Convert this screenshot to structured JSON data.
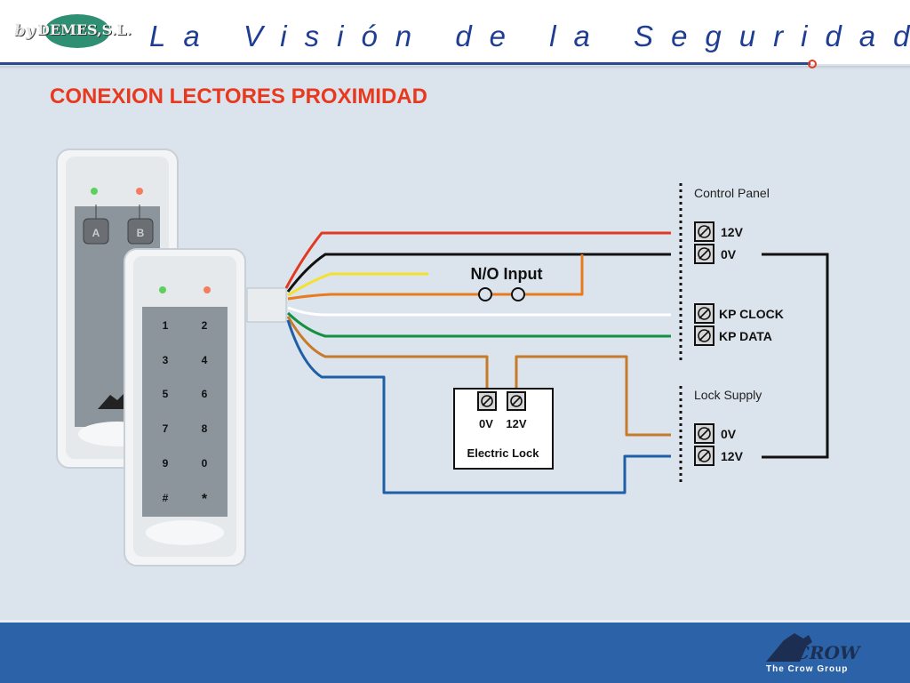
{
  "header": {
    "logo_by": "by",
    "logo_name": "DEMES,S.L.",
    "tagline": "La Visión de la Seguridad"
  },
  "page_title": "CONEXION LECTORES PROXIMIDAD",
  "reader_a": {
    "button_a": "A",
    "button_b": "B"
  },
  "reader_b": {
    "keys": [
      "1",
      "2",
      "3",
      "4",
      "5",
      "6",
      "7",
      "8",
      "9",
      "0",
      "#",
      "*"
    ]
  },
  "no_input": {
    "label": "N/O Input"
  },
  "electric_lock": {
    "terminal_0v": "0V",
    "terminal_12v": "12V",
    "label": "Electric Lock"
  },
  "control_panel": {
    "title": "Control Panel",
    "terminals": [
      "12V",
      "0V",
      "KP CLOCK",
      "KP DATA"
    ]
  },
  "lock_supply": {
    "title": "Lock Supply",
    "terminals": [
      "0V",
      "12V"
    ]
  },
  "wire_colors": {
    "red": "#e03a22",
    "black": "#111111",
    "yellow": "#f3e12c",
    "orange": "#ea7a1e",
    "white": "#ffffff",
    "green": "#139040",
    "brown": "#c77a2a",
    "blue": "#1f5fa8"
  },
  "footer": {
    "brand": "CROW",
    "group": "The Crow Group"
  }
}
